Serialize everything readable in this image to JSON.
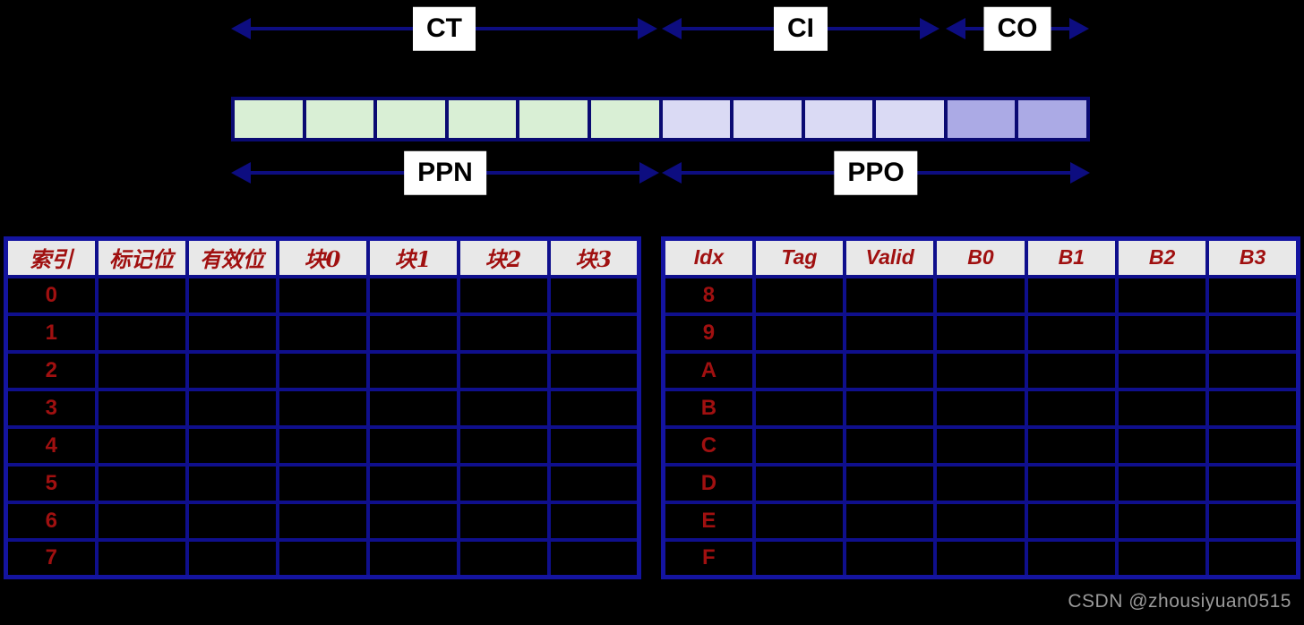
{
  "top_fields": [
    {
      "label": "CT"
    },
    {
      "label": "CI"
    },
    {
      "label": "CO"
    }
  ],
  "bottom_fields": [
    {
      "label": "PPN"
    },
    {
      "label": "PPO"
    }
  ],
  "bit_row": {
    "groups": [
      {
        "name": "ct",
        "cells": 6,
        "color": "#d9efd5"
      },
      {
        "name": "ci",
        "cells": 4,
        "color": "#dadaf4"
      },
      {
        "name": "co",
        "cells": 2,
        "color": "#abaae5"
      }
    ]
  },
  "left_table": {
    "headers": [
      "索引",
      "标记位",
      "有效位",
      "块0",
      "块1",
      "块2",
      "块3"
    ],
    "row_labels": [
      "0",
      "1",
      "2",
      "3",
      "4",
      "5",
      "6",
      "7"
    ],
    "empty_cols_per_row": 6
  },
  "right_table": {
    "headers": [
      "Idx",
      "Tag",
      "Valid",
      "B0",
      "B1",
      "B2",
      "B3"
    ],
    "row_labels": [
      "8",
      "9",
      "A",
      "B",
      "C",
      "D",
      "E",
      "F"
    ],
    "empty_cols_per_row": 6
  },
  "watermark": "CSDN @zhousiyuan0515",
  "colors": {
    "background": "#000000",
    "arrow": "#0d0d80",
    "grid": "#0f0f8c",
    "header_bg": "#e8e8e8",
    "accent_red": "#a01010",
    "ct_cell": "#d9efd5",
    "ci_cell": "#dadaf4",
    "co_cell": "#abaae5",
    "watermark_text": "#9a9a9a"
  }
}
